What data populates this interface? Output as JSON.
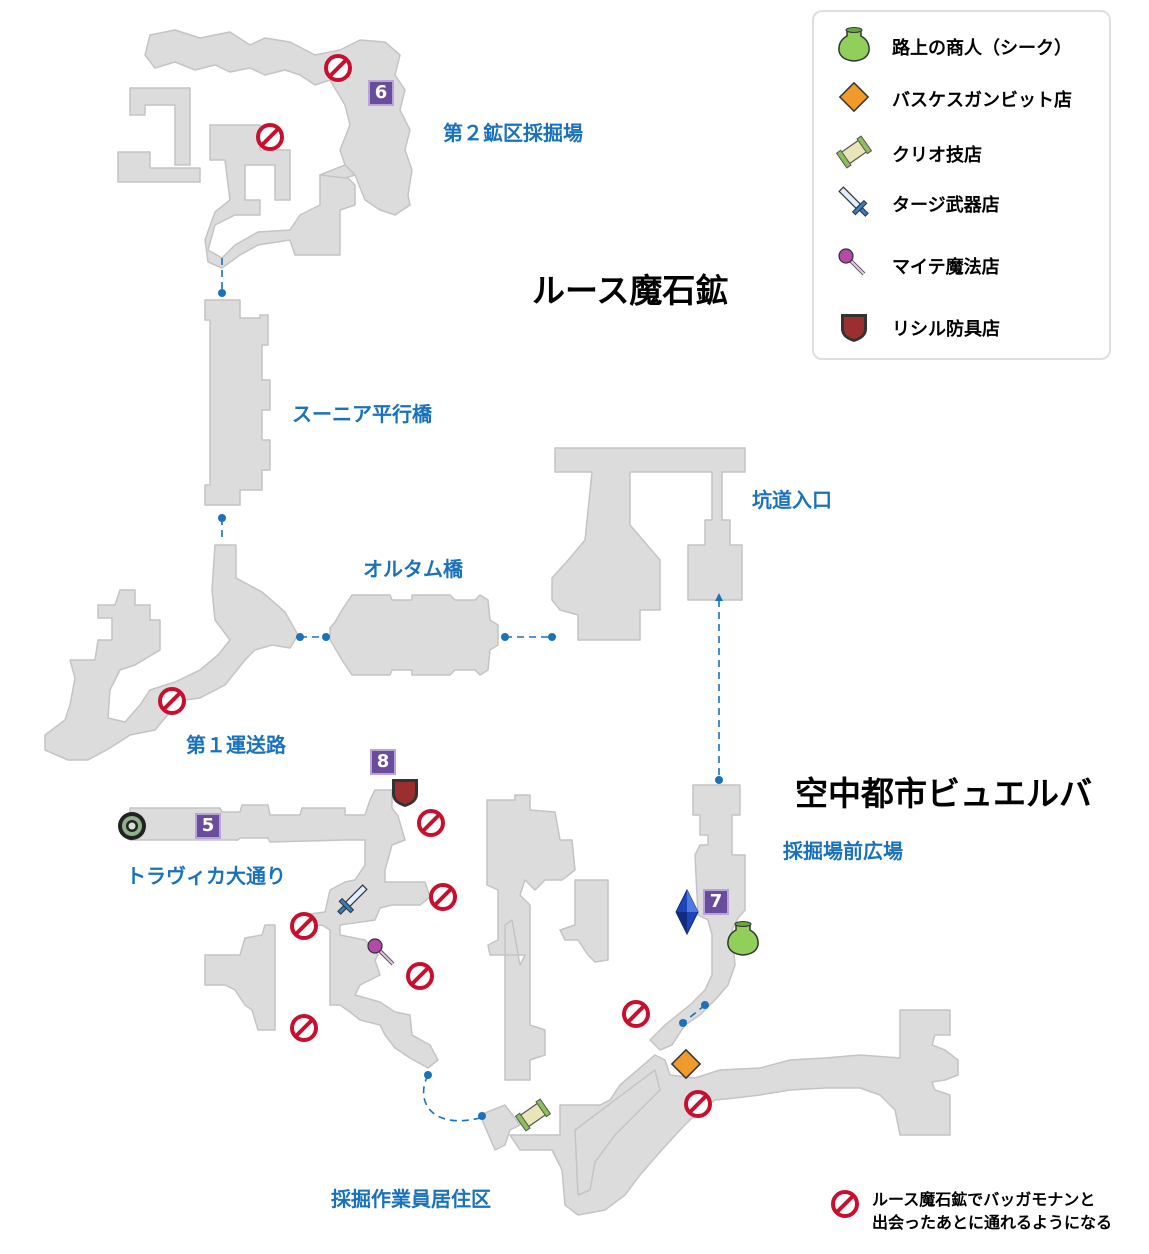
{
  "labels": {
    "area2": "第２鉱区採掘場",
    "mine": "ルース魔石鉱",
    "bridge_s": "スーニア平行橋",
    "entrance": "坑道入口",
    "bridge_o": "オルタム橋",
    "route1": "第１運送路",
    "city": "空中都市ビュエルバ",
    "plaza": "採掘場前広場",
    "street": "トラヴィカ大通り",
    "residence": "採掘作業員居住区"
  },
  "markers": {
    "m5": "5",
    "m6": "6",
    "m7": "7",
    "m8": "8"
  },
  "legend": {
    "items": [
      {
        "icon": "merchant-pot-icon",
        "label": "路上の商人（シーク）"
      },
      {
        "icon": "diamond-shop-icon",
        "label": "バスケスガンビット店"
      },
      {
        "icon": "scroll-shop-icon",
        "label": "クリオ技店"
      },
      {
        "icon": "sword-shop-icon",
        "label": "タージ武器店"
      },
      {
        "icon": "staff-shop-icon",
        "label": "マイテ魔法店"
      },
      {
        "icon": "shield-shop-icon",
        "label": "リシル防具店"
      }
    ]
  },
  "note": {
    "icon": "no-entry-icon",
    "line1": "ルース魔石鉱でバッガモナンと",
    "line2": "出会ったあとに通れるようになる"
  },
  "colors": {
    "route_blue": "#1a72bc",
    "floor": "#dcdcdc",
    "no_entry_red": "#c8102e",
    "marker_purple": "#6a4c9c"
  }
}
